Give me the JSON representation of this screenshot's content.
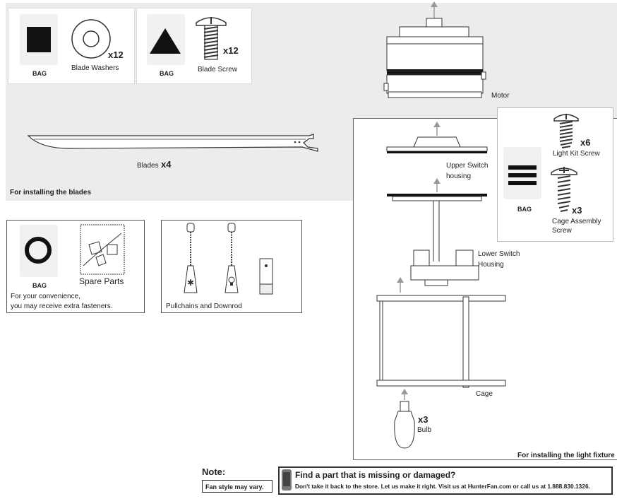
{
  "blades_section": {
    "caption": "For installing the blades",
    "bag1_label": "BAG",
    "washers_label": "Blade Washers",
    "washers_qty": "x12",
    "bag2_label": "BAG",
    "screw_label": "Blade Screw",
    "screw_qty": "x12",
    "blades_label": "Blades",
    "blades_qty": "x4"
  },
  "motor": {
    "label": "Motor"
  },
  "light_section": {
    "caption": "For installing the light fixture",
    "upper_switch": "Upper Switch",
    "upper_switch_2": "housing",
    "lower_switch": "Lower Switch",
    "lower_switch_2": "Housing",
    "cage": "Cage",
    "bulb_qty": "x3",
    "bulb": "Bulb",
    "hw_bag_label": "BAG",
    "lightkit_qty": "x6",
    "lightkit_label": "Light Kit Screw",
    "cage_qty": "x3",
    "cage_screw_1": "Cage Assembly",
    "cage_screw_2": "Screw"
  },
  "spare_box": {
    "bag_label": "BAG",
    "spare_label": "Spare Parts",
    "note_1": "For your convenience,",
    "note_2": "you may receive extra fasteners."
  },
  "pullchain_box": {
    "label": "Pullchains and Downrod"
  },
  "footer": {
    "note_title": "Note:",
    "note_text": "Fan style may vary.",
    "help_title": "Find a part that is missing or damaged?",
    "help_text": "Don't take it back to the store. Let us make it right. Visit us at HunterFan.com or call us at 1.888.830.1326."
  }
}
